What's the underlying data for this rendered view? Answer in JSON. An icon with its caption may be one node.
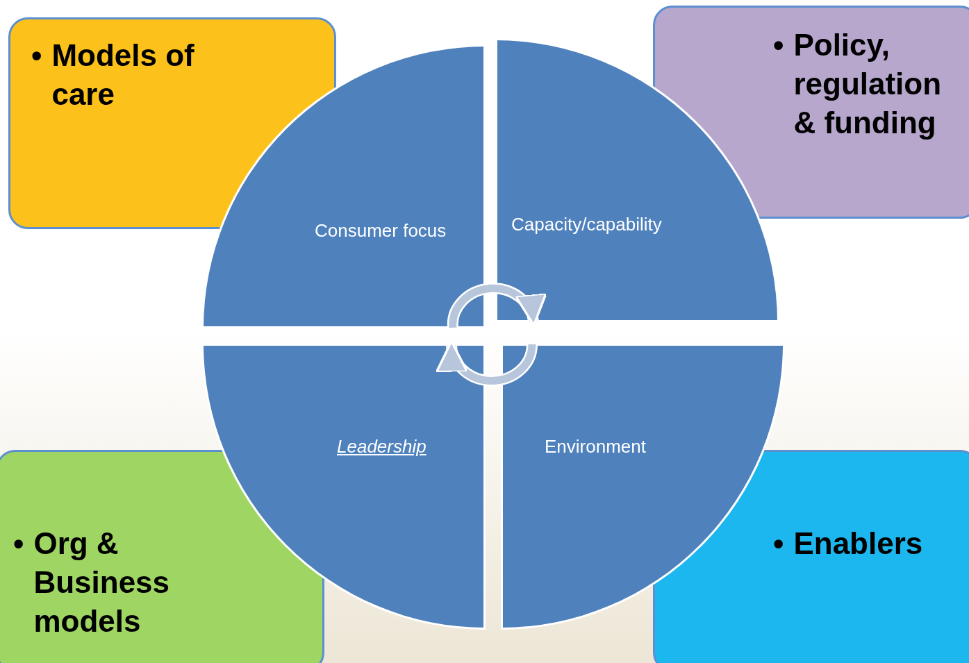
{
  "diagram": {
    "nodes": [
      {
        "text": [
          "•",
          "Models of care"
        ]
      },
      {
        "text": [
          "•",
          "Policy, regulation & funding"
        ]
      },
      {
        "text": [
          "•",
          "Org & Business models"
        ]
      },
      {
        "text": [
          "•",
          "Enablers"
        ]
      },
      {
        "text": [
          "Consumer focus"
        ]
      },
      {
        "text": [
          "Capacity/capability"
        ]
      },
      {
        "text": [
          "Leadership"
        ]
      },
      {
        "text": [
          "Environment"
        ]
      }
    ],
    "edges": [
      {
        "from": 4,
        "to": 5,
        "arrow": "to"
      },
      {
        "from": 7,
        "to": 6,
        "arrow": "to"
      }
    ]
  }
}
